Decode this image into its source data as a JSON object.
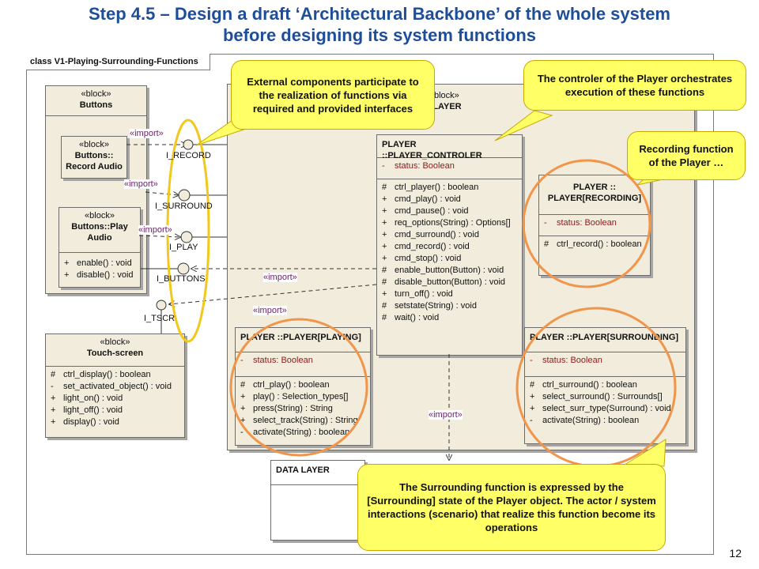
{
  "title": {
    "line1": "Step 4.5 – Design a draft ‘Architectural Backbone’ of the whole system",
    "line2": "before designing its system functions"
  },
  "frame_label": "class V1-Playing-Surrounding-Functions",
  "stereotype": "«block»",
  "import_label": "«import»",
  "blocks": {
    "buttons": {
      "name": "Buttons"
    },
    "record_audio": {
      "name1": "Buttons::",
      "name2": "Record Audio"
    },
    "play_audio": {
      "name1": "Buttons::Play",
      "name2": "Audio",
      "ops": [
        {
          "vis": "+",
          "text": "enable() : void"
        },
        {
          "vis": "+",
          "text": "disable() : void"
        }
      ]
    },
    "touch_screen": {
      "name": "Touch-screen",
      "ops": [
        {
          "vis": "#",
          "text": "ctrl_display() : boolean"
        },
        {
          "vis": "-",
          "text": "set_activated_object() : void"
        },
        {
          "vis": "+",
          "text": "light_on() : void"
        },
        {
          "vis": "+",
          "text": "light_off() : void"
        },
        {
          "vis": "+",
          "text": "display() : void"
        }
      ]
    },
    "player": {
      "name": "PLAYER"
    },
    "controler": {
      "name": "PLAYER ::PLAYER_CONTROLER",
      "attrs": [
        {
          "vis": "-",
          "text": "status:  Boolean"
        }
      ],
      "ops": [
        {
          "vis": "#",
          "text": "ctrl_player() : boolean"
        },
        {
          "vis": "+",
          "text": "cmd_play() : void"
        },
        {
          "vis": "+",
          "text": "cmd_pause() : void"
        },
        {
          "vis": "+",
          "text": "req_options(String) : Options[]"
        },
        {
          "vis": "+",
          "text": "cmd_surround() : void"
        },
        {
          "vis": "+",
          "text": "cmd_record() : void"
        },
        {
          "vis": "+",
          "text": "cmd_stop() : void"
        },
        {
          "vis": "#",
          "text": "enable_button(Button) : void"
        },
        {
          "vis": "#",
          "text": "disable_button(Button) : void"
        },
        {
          "vis": "+",
          "text": "turn_off() : void"
        },
        {
          "vis": "#",
          "text": "setstate(String) : void"
        },
        {
          "vis": "#",
          "text": "wait() : void"
        }
      ]
    },
    "recording": {
      "name1": "PLAYER ::",
      "name2": "PLAYER[RECORDING]",
      "attrs": [
        {
          "vis": "-",
          "text": "status:  Boolean"
        }
      ],
      "ops": [
        {
          "vis": "#",
          "text": "ctrl_record() : boolean"
        }
      ]
    },
    "playing": {
      "name": "PLAYER ::PLAYER[PLAYING]",
      "attrs": [
        {
          "vis": "-",
          "text": "status:  Boolean"
        }
      ],
      "ops": [
        {
          "vis": "#",
          "text": "ctrl_play() : boolean"
        },
        {
          "vis": "+",
          "text": "play() : Selection_types[]"
        },
        {
          "vis": "+",
          "text": "press(String) : String"
        },
        {
          "vis": "+",
          "text": "select_track(String) : String"
        },
        {
          "vis": "-",
          "text": "activate(String) : boolean"
        }
      ]
    },
    "surrounding": {
      "name": "PLAYER ::PLAYER[SURROUNDING]",
      "attrs": [
        {
          "vis": "-",
          "text": "status:  Boolean"
        }
      ],
      "ops": [
        {
          "vis": "#",
          "text": "ctrl_surround() : boolean"
        },
        {
          "vis": "+",
          "text": "select_surround() : Surrounds[]"
        },
        {
          "vis": "+",
          "text": "select_surr_type(Surround) : void"
        },
        {
          "vis": "-",
          "text": "activate(String) : boolean"
        }
      ]
    },
    "data_layer": {
      "name": "DATA LAYER"
    }
  },
  "interfaces": [
    "I_RECORD",
    "I_SURROUND",
    "I_PLAY",
    "I_BUTTONS",
    "I_TSCR"
  ],
  "callouts": {
    "external": "External components participate to the realization of functions via  required and provided interfaces",
    "controler": "The controler of the Player orchestrates execution of these functions",
    "recording": "Recording function of the Player …",
    "surrounding": "The Surrounding function is expressed  by the [Surrounding] state of the Player object. The actor / system interactions (scenario) that realize this function become its operations"
  },
  "colors": {
    "title": "#1f4e99",
    "block_fill": "#f1ecdc",
    "callout_fill": "#ffff66",
    "orange_ring": "#f0954a",
    "yellow_ring": "#f2c81c",
    "import_text": "#6b1e6b"
  },
  "page_number": "12"
}
